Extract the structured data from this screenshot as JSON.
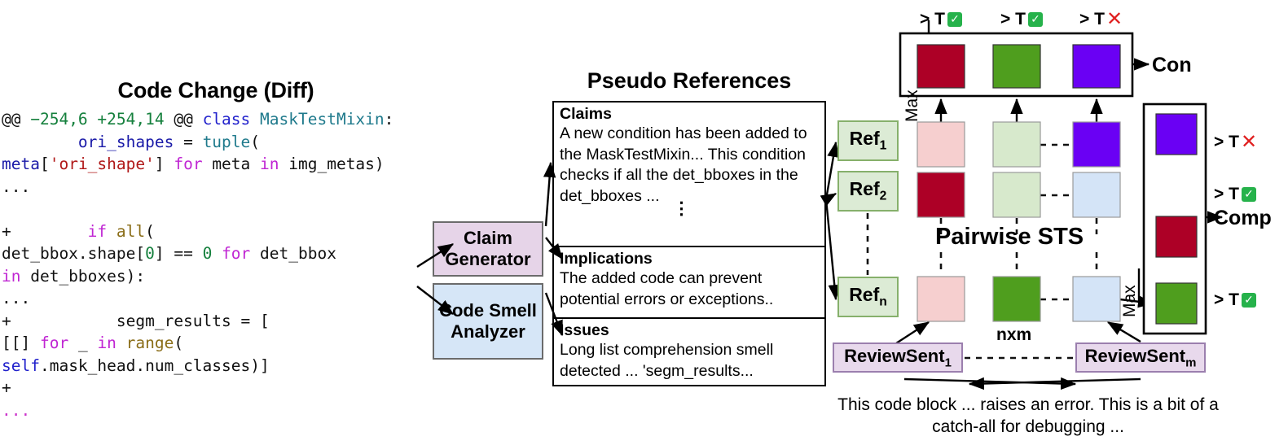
{
  "diff": {
    "title": "Code Change (Diff)",
    "lines": [
      [
        [
          "@@ ",
          "black"
        ],
        [
          "−254,6 +254,14",
          "green"
        ],
        [
          " @@ ",
          "black"
        ],
        [
          "class ",
          "blue"
        ],
        [
          "MaskTestMixin",
          "teal"
        ],
        [
          ":",
          "black"
        ]
      ],
      [
        [
          "        ",
          "black"
        ],
        [
          "ori_shapes",
          "navy"
        ],
        [
          " = ",
          "black"
        ],
        [
          "tuple",
          "teal"
        ],
        [
          "(",
          "black"
        ]
      ],
      [
        [
          "meta",
          "navy"
        ],
        [
          "[",
          "black"
        ],
        [
          "'ori_shape'",
          "red"
        ],
        [
          "] ",
          "black"
        ],
        [
          "for",
          "purple"
        ],
        [
          " meta ",
          "black"
        ],
        [
          "in",
          "purple"
        ],
        [
          " img_metas)",
          "black"
        ]
      ],
      [
        [
          "...",
          "black"
        ]
      ],
      [
        [
          "",
          "black"
        ]
      ],
      [
        [
          "+        ",
          "black"
        ],
        [
          "if",
          "purple"
        ],
        [
          " ",
          "black"
        ],
        [
          "all",
          "gold"
        ],
        [
          "(",
          "black"
        ]
      ],
      [
        [
          "det_bbox.shape[",
          "black"
        ],
        [
          "0",
          "green"
        ],
        [
          "] == ",
          "black"
        ],
        [
          "0",
          "green"
        ],
        [
          " ",
          "black"
        ],
        [
          "for",
          "purple"
        ],
        [
          " det_bbox",
          "black"
        ]
      ],
      [
        [
          "in",
          "purple"
        ],
        [
          " det_bboxes):",
          "black"
        ]
      ],
      [
        [
          "...",
          "black"
        ]
      ],
      [
        [
          "+           segm_results = [",
          "black"
        ]
      ],
      [
        [
          "[[] ",
          "black"
        ],
        [
          "for",
          "purple"
        ],
        [
          " _ ",
          "black"
        ],
        [
          "in",
          "purple"
        ],
        [
          " ",
          "black"
        ],
        [
          "range",
          "gold"
        ],
        [
          "(",
          "black"
        ]
      ],
      [
        [
          "self",
          "blue"
        ],
        [
          ".mask_head.num_classes)]",
          "black"
        ]
      ],
      [
        [
          "+",
          "black"
        ]
      ],
      [
        [
          "...",
          "magenta"
        ]
      ]
    ]
  },
  "pseudo_references": {
    "title": "Pseudo References",
    "sections": [
      {
        "heading": "Claims",
        "text": "A new condition has been added to the MaskTestMixin... This condition checks if all the det_bboxes in the det_bboxes ...",
        "vdots": "⋮"
      },
      {
        "heading": "Implications",
        "text": "The added code can prevent potential errors or exceptions.."
      },
      {
        "heading": "Issues",
        "text": "Long list comprehension smell detected ... 'segm_results..."
      }
    ]
  },
  "generators": [
    {
      "label": "Claim Generator",
      "color": "#e6d4e8"
    },
    {
      "label": "Code Smell Analyzer",
      "color": "#d6e6f7"
    }
  ],
  "refs": [
    {
      "label": "Ref",
      "sub": "1"
    },
    {
      "label": "Ref",
      "sub": "2"
    },
    {
      "label": "Ref",
      "sub": "n"
    }
  ],
  "review_sents": [
    {
      "label": "ReviewSent",
      "sub": "1"
    },
    {
      "label": "ReviewSent",
      "sub": "m"
    }
  ],
  "matrix": {
    "caption": "Pairwise STS",
    "dims_label": "nxm",
    "max_label": "Max",
    "cells": [
      [
        "#f6cfcf",
        "#d7e9cc",
        "#6a00f4"
      ],
      [
        "#ad0026",
        "#d7e9cc",
        "#d4e4f7"
      ],
      [
        "#f6cfcf",
        "#4f9e1e",
        "#d4e4f7"
      ]
    ]
  },
  "top_panel": {
    "cells": [
      "#ad0026",
      "#4f9e1e",
      "#6a00f4"
    ],
    "thresholds": [
      {
        "text": "> T",
        "mark": "check"
      },
      {
        "text": "> T",
        "mark": "check"
      },
      {
        "text": "> T",
        "mark": "cross"
      }
    ],
    "output_label": "Con"
  },
  "right_panel": {
    "cells": [
      "#6a00f4",
      "#ad0026",
      "#4f9e1e"
    ],
    "thresholds": [
      {
        "text": "> T",
        "mark": "cross"
      },
      {
        "text": "> T",
        "mark": "check"
      },
      {
        "text": "> T",
        "mark": "check"
      }
    ],
    "output_label": "Comp"
  },
  "bottom_caption": "This code block ... raises an error. This is a bit of a catch-all for debugging ...",
  "glyphs": {
    "check": "✓",
    "cross": "✕"
  }
}
